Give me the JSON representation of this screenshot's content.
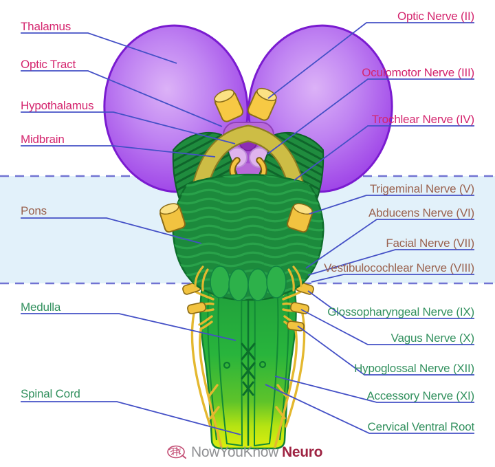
{
  "labels": {
    "left": [
      {
        "text": "Thalamus",
        "color": "pink"
      },
      {
        "text": "Optic Tract",
        "color": "pink"
      },
      {
        "text": "Hypothalamus",
        "color": "pink"
      },
      {
        "text": "Midbrain",
        "color": "pink"
      },
      {
        "text": "Pons",
        "color": "brown"
      },
      {
        "text": "Medulla",
        "color": "green"
      },
      {
        "text": "Spinal Cord",
        "color": "green"
      }
    ],
    "right": [
      {
        "text": "Optic Nerve (II)",
        "color": "pink"
      },
      {
        "text": "Oculomotor Nerve (III)",
        "color": "pink"
      },
      {
        "text": "Trochlear Nerve (IV)",
        "color": "pink"
      },
      {
        "text": "Trigeminal Nerve (V)",
        "color": "brown"
      },
      {
        "text": "Abducens Nerve (VI)",
        "color": "brown"
      },
      {
        "text": "Facial Nerve (VII)",
        "color": "brown"
      },
      {
        "text": "Vestibulocochlear Nerve (VIII)",
        "color": "brown"
      },
      {
        "text": "Glossopharyngeal Nerve (IX)",
        "color": "green"
      },
      {
        "text": "Vagus Nerve (X)",
        "color": "green"
      },
      {
        "text": "Hypoglossal Nerve (XII)",
        "color": "green"
      },
      {
        "text": "Accessory Nerve (XI)",
        "color": "green"
      },
      {
        "text": "Cervical Ventral Root",
        "color": "green"
      }
    ]
  },
  "brand": {
    "part1": "NowYouKnow",
    "part2": "Neuro"
  },
  "colors": {
    "label_pink": "#d4256e",
    "label_brown": "#9a6350",
    "label_green": "#33915f",
    "leader_line": "#4450c6",
    "band_fill": "#e2f1fa",
    "band_border": "#7173d2",
    "thalamus_purple": "#a149e8",
    "pons_green": "#1c8a3c",
    "medulla_green": "#28b43c",
    "nerve_yellow": "#f2c340",
    "tract_olive": "#cdbd45"
  }
}
